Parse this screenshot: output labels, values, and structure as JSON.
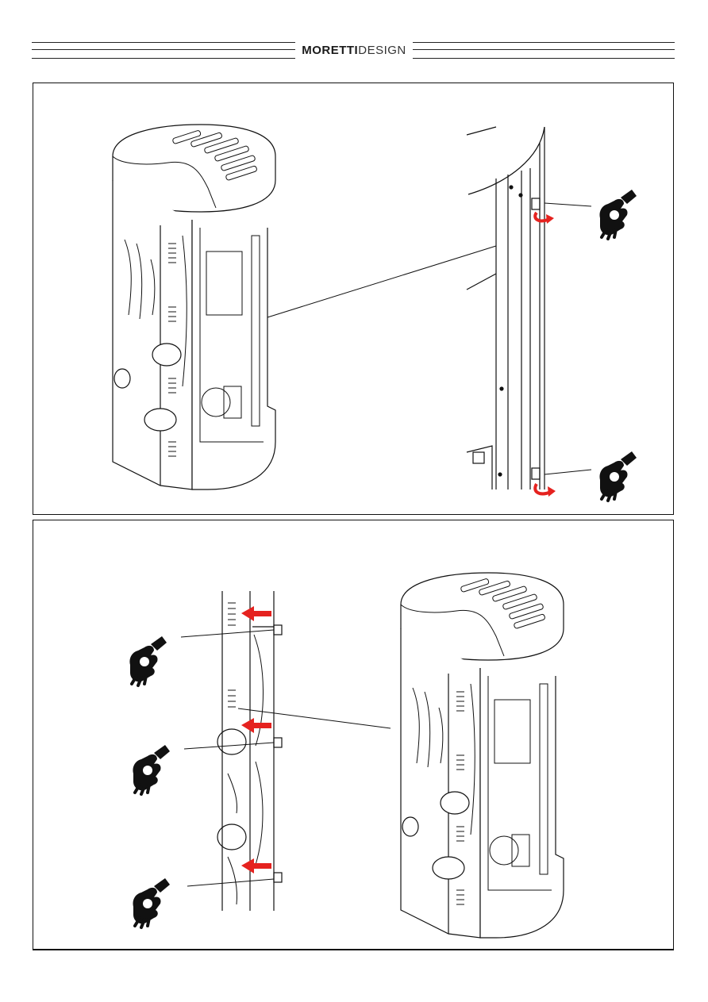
{
  "header": {
    "brand_bold": "MORETTI",
    "brand_light": "DESIGN"
  },
  "colors": {
    "line": "#111111",
    "arrow": "#e5221f",
    "hand": "#111111"
  },
  "panels": [
    {
      "name": "step-unhook-side-panel",
      "icons": [
        "ok-hand-icon",
        "ok-hand-icon"
      ],
      "arrow_icons": [
        "rotate-arrow-icon",
        "rotate-arrow-icon"
      ]
    },
    {
      "name": "step-remove-side-panel",
      "icons": [
        "ok-hand-icon",
        "ok-hand-icon",
        "ok-hand-icon"
      ],
      "arrow_icons": [
        "left-arrow-icon",
        "left-arrow-icon",
        "left-arrow-icon"
      ]
    }
  ]
}
